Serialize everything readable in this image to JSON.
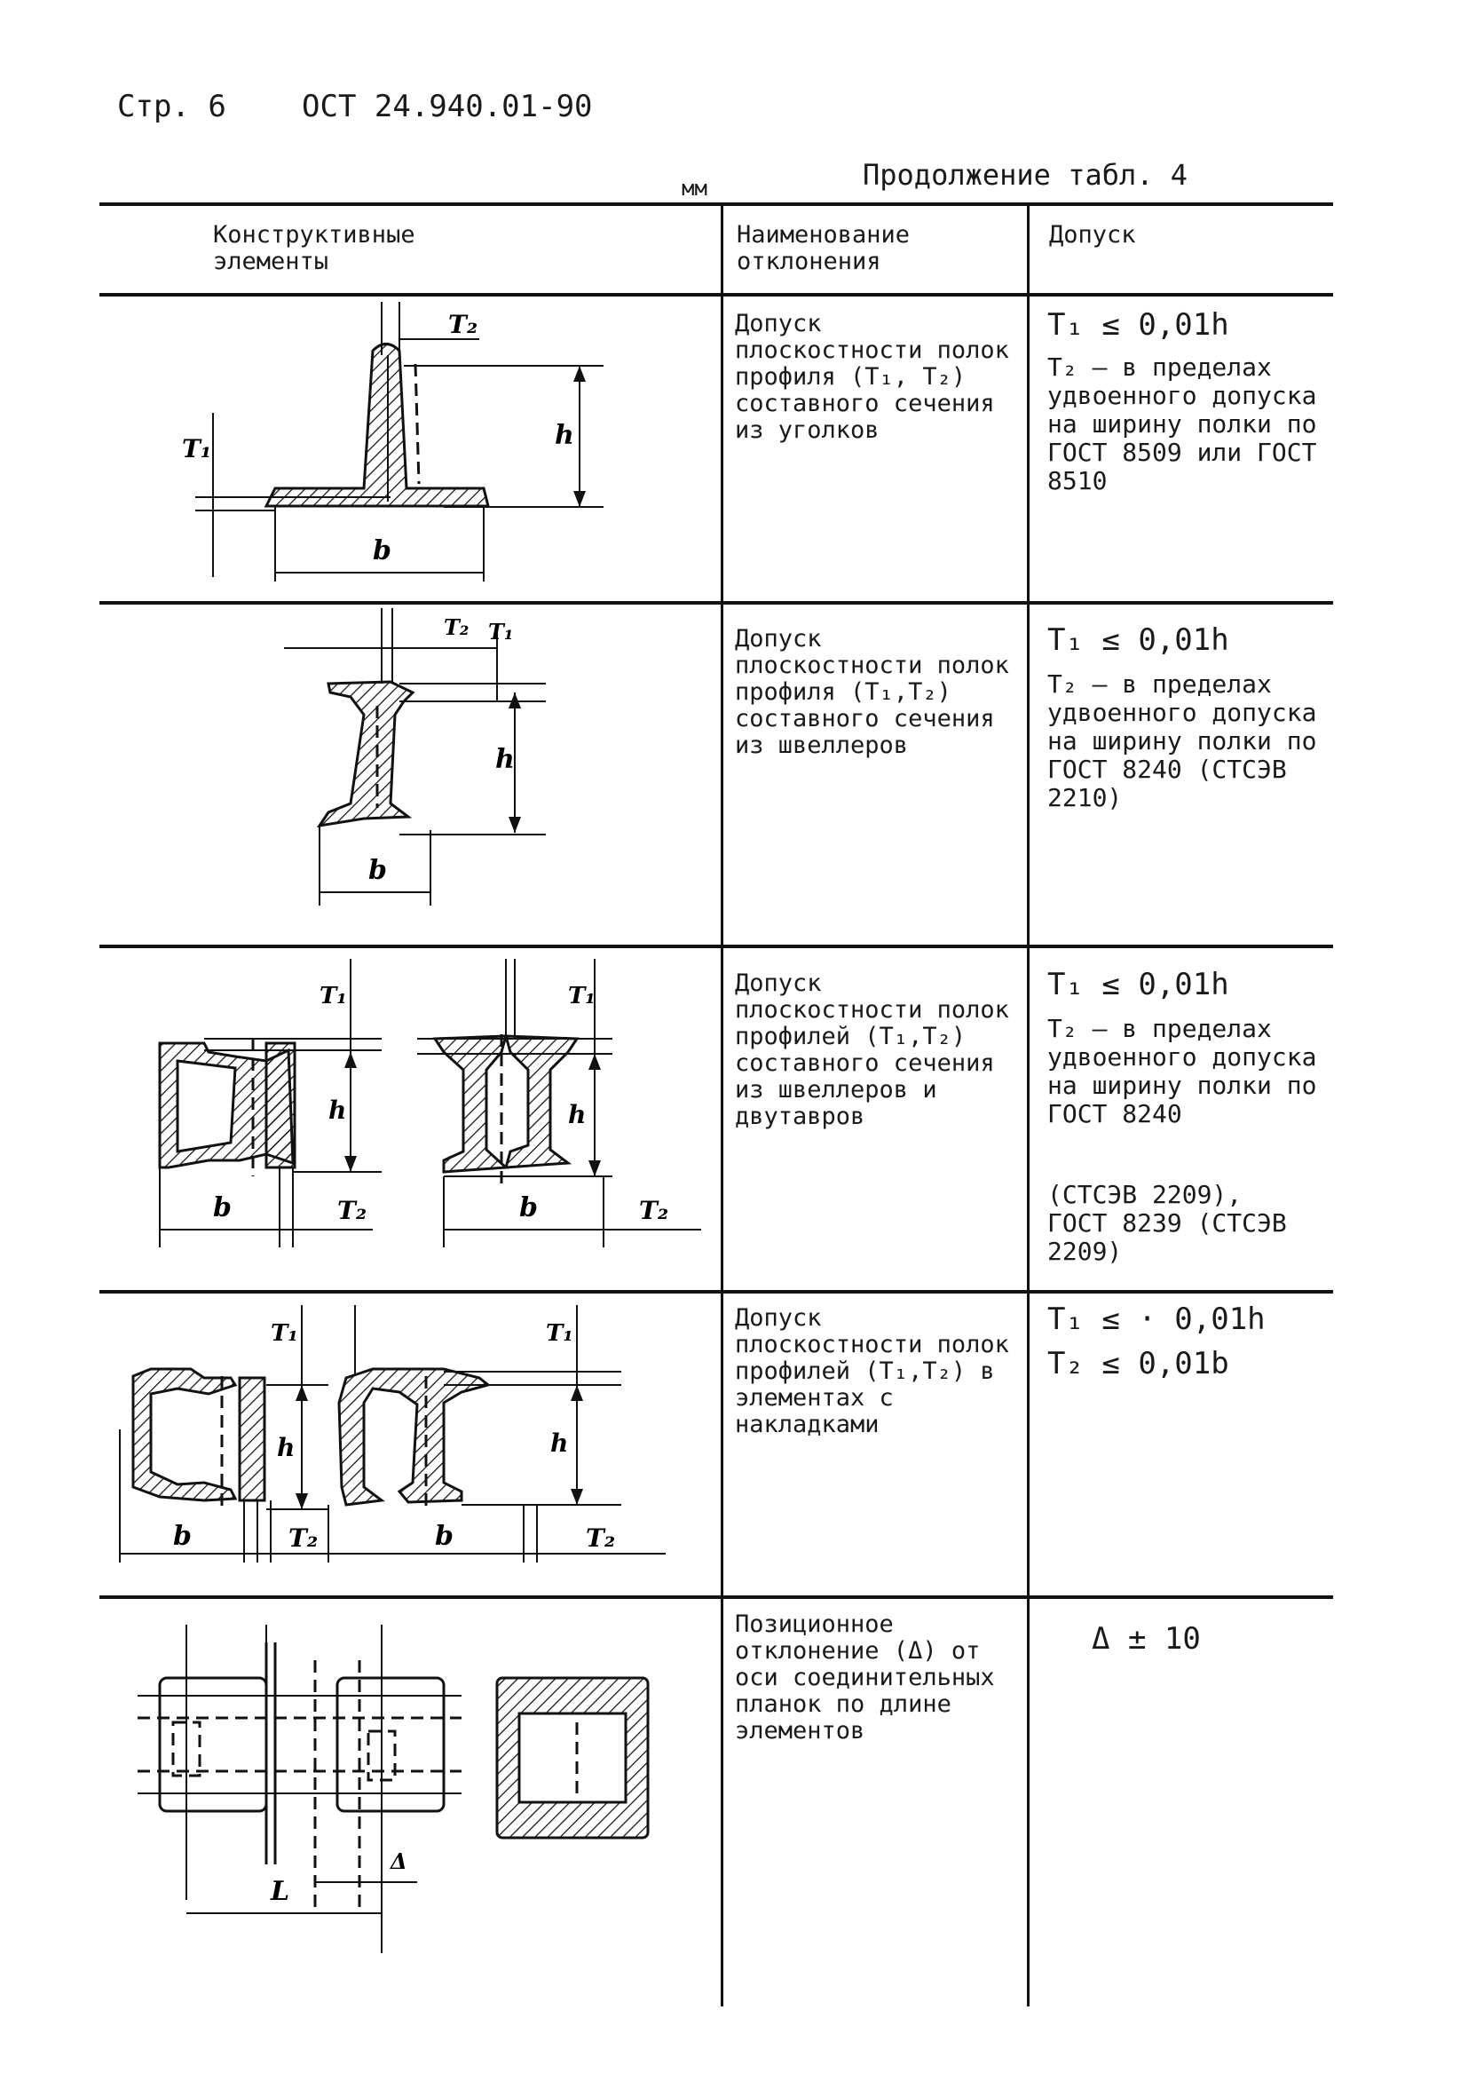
{
  "header": {
    "page_label": "Стр. 6",
    "standard": "ОСТ 24.940.01-90",
    "units": "мм",
    "continuation": "Продолжение табл. 4"
  },
  "table": {
    "columns": [
      "Конструктивные элементы",
      "Наименование отклонения",
      "Допуск"
    ],
    "rows": [
      {
        "deviation": "Допуск плоскостности полок профиля (T₁, T₂) составного сечения из уголков",
        "tolerance_1": "T₁ ≤ 0,01h",
        "tolerance_2": "T₂ – в пределах удвоенного допуска на ширину полки по ГОСТ 8509 или ГОСТ 8510"
      },
      {
        "deviation": "Допуск плоскостности полок профиля (T₁,T₂) составного сечения из швеллеров",
        "tolerance_1": "T₁ ≤ 0,01h",
        "tolerance_2": "T₂ – в пределах удвоенного допуска на ширину полки по ГОСТ 8240 (СТСЭВ 2210)"
      },
      {
        "deviation": "Допуск плоскостности полок профилей (T₁,T₂) составного сечения из швеллеров и двутавров",
        "tolerance_1": "T₁ ≤ 0,01h",
        "tolerance_2": "T₂ – в пределах удвоенного допуска на ширину полки по ГОСТ 8240",
        "tolerance_3": "(СТСЭВ 2209), ГОСТ 8239 (СТСЭВ 2209)"
      },
      {
        "deviation": "Допуск плоскостности полок профилей (T₁,T₂) в элементах с накладками",
        "tolerance_1": "T₁ ≤ · 0,01h",
        "tolerance_2": "T₂ ≤ 0,01b"
      },
      {
        "deviation": "Позиционное отклонение (Δ) от оси соединительных планок по длине элементов",
        "tolerance_1": "Δ ± 10"
      }
    ]
  },
  "figure_labels": {
    "t1": "T₁",
    "t2": "T₂",
    "h": "h",
    "b": "b",
    "l": "L",
    "delta": "Δ"
  }
}
